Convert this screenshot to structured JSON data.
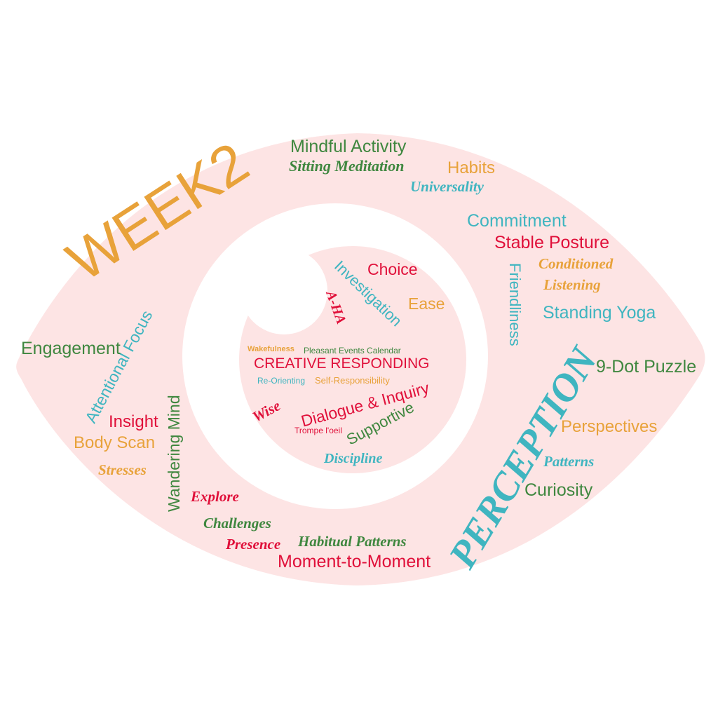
{
  "colors": {
    "background": "#fde4e4",
    "orange": "#e8a23a",
    "green": "#3f873f",
    "teal": "#3fb5c0",
    "red": "#e0103a"
  },
  "words": {
    "week2": "WEEK2",
    "mindful_activity": "Mindful Activity",
    "sitting_meditation": "Sitting Meditation",
    "habits": "Habits",
    "universality": "Universality",
    "commitment": "Commitment",
    "stable_posture": "Stable Posture",
    "conditioned": "Conditioned",
    "listening": "Listening",
    "friendliness": "Friendliness",
    "standing_yoga": "Standing Yoga",
    "nine_dot": "9-Dot Puzzle",
    "perception": "PERCEPTION",
    "perspectives": "Perspectives",
    "patterns": "Patterns",
    "curiosity": "Curiosity",
    "moment": "Moment-to-Moment",
    "habitual_patterns": "Habitual Patterns",
    "presence": "Presence",
    "challenges": "Challenges",
    "explore": "Explore",
    "wandering_mind": "Wandering Mind",
    "stresses": "Stresses",
    "body_scan": "Body Scan",
    "insight": "Insight",
    "attentional_focus": "Attentional Focus",
    "engagement": "Engagement",
    "investigation": "Investigation",
    "choice": "Choice",
    "aha": "A-HA",
    "ease": "Ease",
    "wakefulness": "Wakefulness",
    "pleasant_events": "Pleasant Events Calendar",
    "creative_responding": "CREATIVE RESPONDING",
    "re_orienting": "Re-Orienting",
    "self_responsibility": "Self-Responsibility",
    "wise": "Wise",
    "dialogue": "Dialogue & Inquiry",
    "supportive": "Supportive",
    "trompe": "Trompe l'oeil",
    "discipline": "Discipline"
  }
}
